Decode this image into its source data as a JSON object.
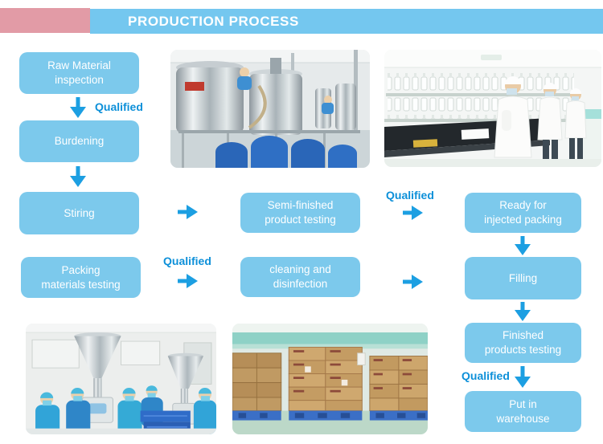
{
  "header": {
    "title": "PRODUCTION PROCESS",
    "pink_accent_color": "#E29BA6",
    "bar_color": "#74C7EF",
    "title_color": "#FFFFFF"
  },
  "flow": {
    "qualified_label": "Qualified",
    "box_fill_color": "#7CC9EC",
    "box_text_color": "#FFFFFF",
    "arrow_color": "#1C9FE2",
    "qualified_text_color": "#0D90D9",
    "steps": [
      {
        "id": "raw-material-inspection",
        "line1": "Raw Material",
        "line2": "inspection"
      },
      {
        "id": "burdening",
        "line1": "Burdening",
        "line2": ""
      },
      {
        "id": "stiring",
        "line1": "Stiring",
        "line2": ""
      },
      {
        "id": "packing-materials-testing",
        "line1": "Packing",
        "line2": "materials testing"
      },
      {
        "id": "semi-finished-product-testing",
        "line1": "Semi-finished",
        "line2": "product testing"
      },
      {
        "id": "cleaning-and-disinfection",
        "line1": "cleaning and",
        "line2": "disinfection"
      },
      {
        "id": "ready-for-injected-packing",
        "line1": "Ready for",
        "line2": "injected packing"
      },
      {
        "id": "filling",
        "line1": "Filling",
        "line2": ""
      },
      {
        "id": "finished-products-testing",
        "line1": "Finished",
        "line2": "products testing"
      },
      {
        "id": "put-in-warehouse",
        "line1": "Put in",
        "line2": "warehouse"
      }
    ]
  },
  "photos": [
    {
      "name": "mixing-tanks-workshop"
    },
    {
      "name": "laboratory-testing-room"
    },
    {
      "name": "filling-workshop"
    },
    {
      "name": "warehouse-carton-stacks"
    }
  ]
}
